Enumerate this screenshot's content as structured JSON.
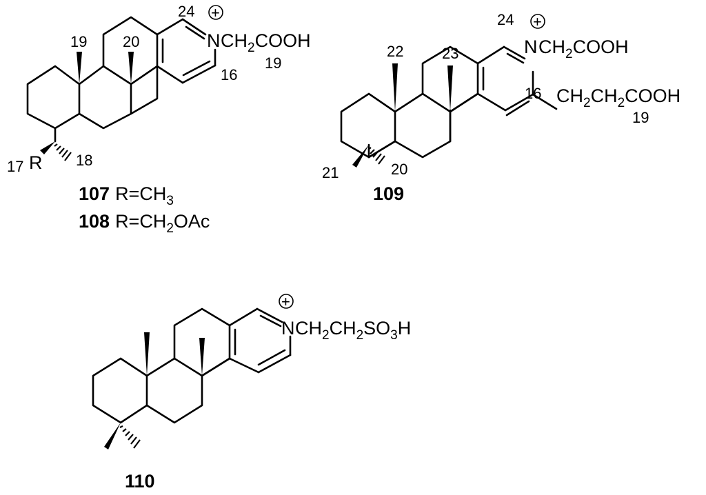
{
  "compounds": [
    {
      "ids": [
        "107",
        "108"
      ],
      "substituent_definitions": [
        {
          "id": "107",
          "text_main": "R=CH",
          "text_sub": "3",
          "text_tail": ""
        },
        {
          "id": "108",
          "text_main": "R=CH",
          "text_sub": "2",
          "text_tail": "OAc"
        }
      ],
      "n_label": "N",
      "charge": "+",
      "n_substituent": {
        "a": "CH",
        "sub": "2",
        "b": "COOH"
      },
      "atom_r": "R",
      "numbers": {
        "c19_methyl": "19",
        "c20_methyl": "20",
        "c24": "24",
        "c16": "16",
        "c19_chain": "19",
        "c17": "17",
        "c18": "18"
      }
    },
    {
      "ids": [
        "109"
      ],
      "n_label": "N",
      "charge": "+",
      "n_substituent": {
        "a": "CH",
        "sub": "2",
        "b": "COOH"
      },
      "c16_substituent": {
        "a": "CH",
        "sub1": "2",
        "b": "CH",
        "sub2": "2",
        "c": "COOH"
      },
      "numbers": {
        "c22": "22",
        "c23": "23",
        "c24": "24",
        "c16": "16",
        "c19": "19",
        "c21": "21",
        "c20": "20"
      }
    },
    {
      "ids": [
        "110"
      ],
      "n_label": "N",
      "charge": "+",
      "n_substituent": {
        "a": "CH",
        "sub1": "2",
        "b": "CH",
        "sub2": "2",
        "c": "SO",
        "sub3": "3",
        "d": "H"
      }
    }
  ]
}
